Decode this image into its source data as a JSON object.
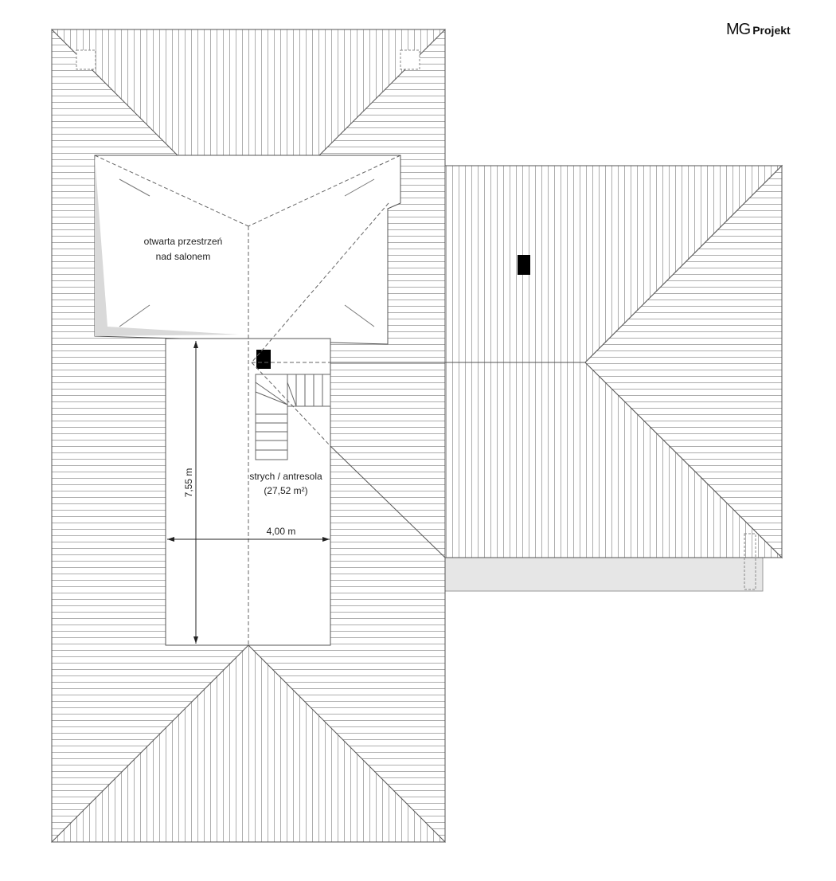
{
  "logo": {
    "brand": "MG",
    "name": "Projekt"
  },
  "labels": {
    "open_space_line1": "otwarta przestrzeń",
    "open_space_line2": "nad salonem",
    "attic_line1": "strych / antresola",
    "attic_line2": "(27,52 m²)",
    "dim_height": "7,55 m",
    "dim_width": "4,00 m"
  },
  "colors": {
    "line": "#555555",
    "hatch": "#9a9a9a",
    "shade": "#e6e6e6",
    "chimney": "#000000"
  }
}
